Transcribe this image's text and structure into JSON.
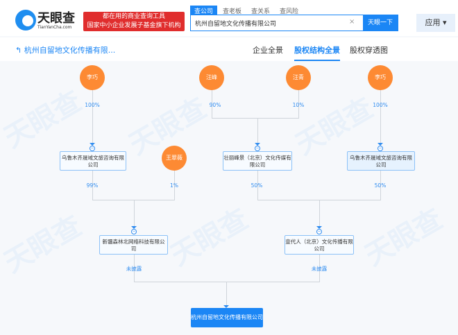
{
  "header": {
    "brand": "天眼查",
    "brand_sub": "TianYanCha.com",
    "slogan_1": "都在用的商业查询工具",
    "slogan_2": "国家中小企业发展子基金旗下机构",
    "search_tabs": [
      "查公司",
      "查老板",
      "查关系",
      "查风险"
    ],
    "search_value": "杭州自留地文化传播有限公司",
    "search_button": "天眼一下",
    "clear": "×",
    "app_button": "应用 ▾"
  },
  "nav": {
    "back_label": "杭州自留地文化传播有限...",
    "tabs": [
      "企业全景",
      "股权结构全景",
      "股权穿透图"
    ],
    "active_tab": "股权结构全景"
  },
  "watermark": "天眼查",
  "graph": {
    "persons": [
      "李巧",
      "汪峰",
      "汪青",
      "李巧",
      "王翠薇"
    ],
    "top_pcts": [
      "100%",
      "90%",
      "10%",
      "100%"
    ],
    "mid_companies": [
      "乌鲁木齐晟域文旅咨询有限公司",
      "壮丽峰景（北京）文化传媒有限公司",
      "乌鲁木齐晟域文旅咨询有限公司"
    ],
    "mid_pcts": [
      "99%",
      "1%",
      "50%",
      "50%"
    ],
    "low_companies": [
      "新疆森林北网络科技有限公司",
      "壹代人（北京）文化传播有限公司"
    ],
    "low_pcts": [
      "未披露",
      "未披露"
    ],
    "root": "杭州自留地文化传播有限公司"
  }
}
